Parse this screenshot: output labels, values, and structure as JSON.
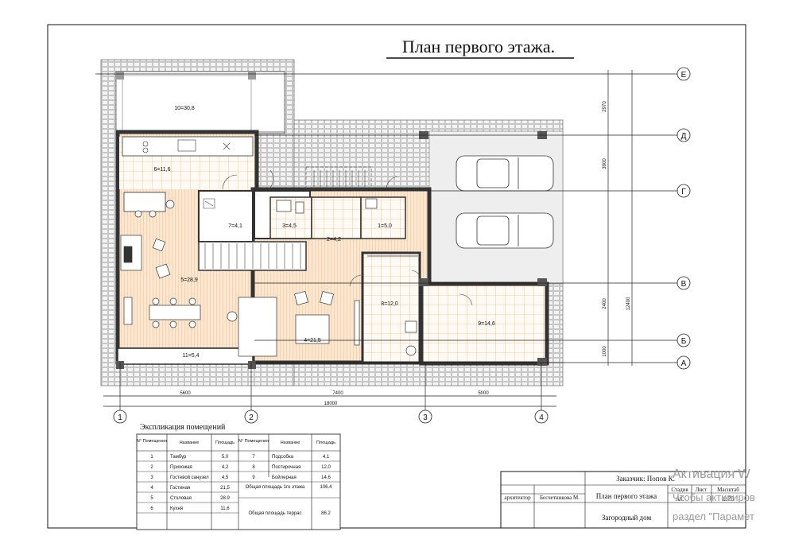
{
  "title": "План первого этажа.",
  "axes": {
    "rows": [
      "Е",
      "Д",
      "Г",
      "В",
      "Б",
      "А"
    ],
    "cols": [
      "1",
      "2",
      "3",
      "4"
    ]
  },
  "dimensions": {
    "bottom": [
      "5600",
      "7400",
      "5000"
    ],
    "total": "18000",
    "right_inner": [
      "2970",
      "3900",
      "2400",
      "1000"
    ],
    "right_outer": "12400"
  },
  "rooms": [
    {
      "id": "10",
      "tag": "10=30,8"
    },
    {
      "id": "6",
      "tag": "6=11,6"
    },
    {
      "id": "7",
      "tag": "7=4,1"
    },
    {
      "id": "3",
      "tag": "3=4,5"
    },
    {
      "id": "2",
      "tag": "2=4,2"
    },
    {
      "id": "1",
      "tag": "1=5,0"
    },
    {
      "id": "5",
      "tag": "5=28,9"
    },
    {
      "id": "8",
      "tag": "8=12,0"
    },
    {
      "id": "9",
      "tag": "9=14,6"
    },
    {
      "id": "4",
      "tag": "4=21,5"
    },
    {
      "id": "11",
      "tag": "11=5,4"
    }
  ],
  "explication": {
    "title": "Экспликация помещений",
    "headers": [
      "N° Помещения",
      "Название",
      "Площадь",
      "N° Помещения",
      "Название",
      "Площадь"
    ],
    "rows": [
      [
        "1",
        "Тамбур",
        "5,0",
        "7",
        "Подсобка",
        "4,1"
      ],
      [
        "2",
        "Прихожая",
        "4,2",
        "8",
        "Постирочная",
        "12,0"
      ],
      [
        "3",
        "Гостевой санузел",
        "4,5",
        "9",
        "Бойлерная",
        "14,6"
      ],
      [
        "4",
        "Гостиная",
        "21,5",
        "",
        "",
        ""
      ],
      [
        "5",
        "Столовая",
        "28.9",
        "",
        "",
        ""
      ],
      [
        "6",
        "Кухня",
        "11,6",
        "",
        "",
        ""
      ]
    ],
    "totals": [
      {
        "label": "Общая площадь 1го этажа",
        "value": "106.4"
      },
      {
        "label": "Общая площадь террас",
        "value": "86.2"
      }
    ]
  },
  "stamp": {
    "customer": "Заказчик: Попов К.",
    "role": "архитектор",
    "author": "Бесчетникова М.",
    "sheet_title": "План первого этажа",
    "project": "Загородный дом",
    "col_stage": "Стадия",
    "col_sheet": "Лист",
    "col_scale": "Масштаб",
    "stage": "АС",
    "sheet": "",
    "scale": "1:75"
  },
  "watermark": {
    "line1": "Активация W",
    "line2": "Чтобы активиров",
    "line3": "раздел \"Парамет"
  }
}
